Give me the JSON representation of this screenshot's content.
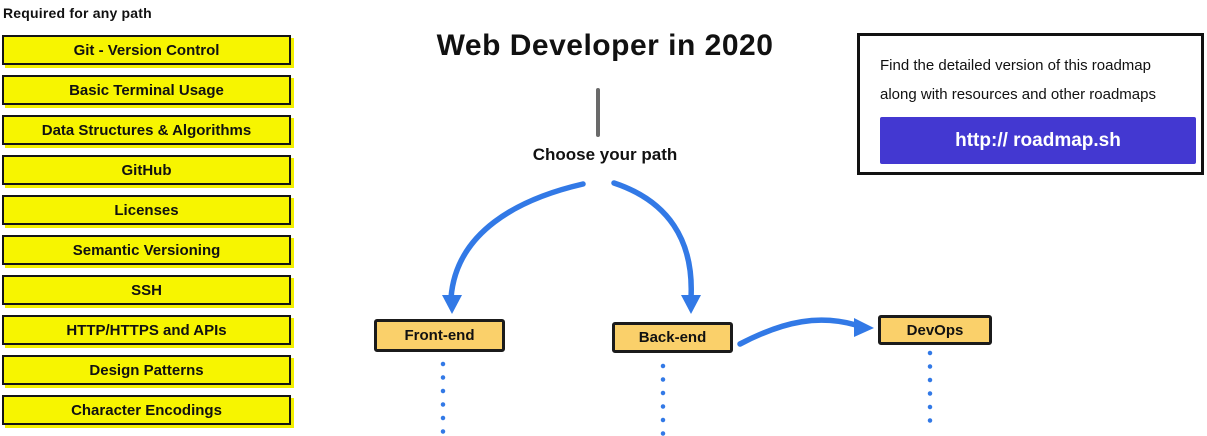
{
  "sidebar": {
    "heading": "Required for any path",
    "items": [
      "Git - Version Control",
      "Basic Terminal Usage",
      "Data Structures & Algorithms",
      "GitHub",
      "Licenses",
      "Semantic Versioning",
      "SSH",
      "HTTP/HTTPS and APIs",
      "Design Patterns",
      "Character Encodings"
    ]
  },
  "main": {
    "title": "Web Developer in 2020",
    "choose_label": "Choose your path",
    "paths": [
      {
        "label": "Front-end"
      },
      {
        "label": "Back-end"
      },
      {
        "label": "DevOps"
      }
    ]
  },
  "info_box": {
    "line1": "Find the detailed version of this roadmap",
    "line2": "along with resources and other roadmaps",
    "button_label": "http:// roadmap.sh"
  },
  "colors": {
    "topic_fill": "#f7f500",
    "path_node_fill": "#fad06a",
    "arrow_blue": "#3279e6",
    "button_purple": "#4338d1",
    "connector_gray": "#6a6a6a",
    "border_black": "#141414"
  }
}
